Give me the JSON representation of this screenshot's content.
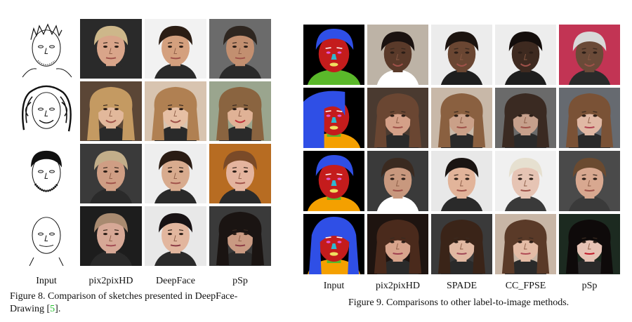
{
  "figure8": {
    "columns": [
      "Input",
      "pix2pixHD",
      "DeepFace",
      "pSp"
    ],
    "caption_prefix": "Figure 8. Comparison of sketches presented in DeepFace-",
    "caption_line2": "Drawing [",
    "caption_ref": "5",
    "caption_suffix": "]."
  },
  "figure9": {
    "columns": [
      "Input",
      "pix2pixHD",
      "SPADE",
      "CC_FPSE",
      "pSp"
    ],
    "caption": "Figure 9. Comparisons to other label-to-image methods."
  }
}
